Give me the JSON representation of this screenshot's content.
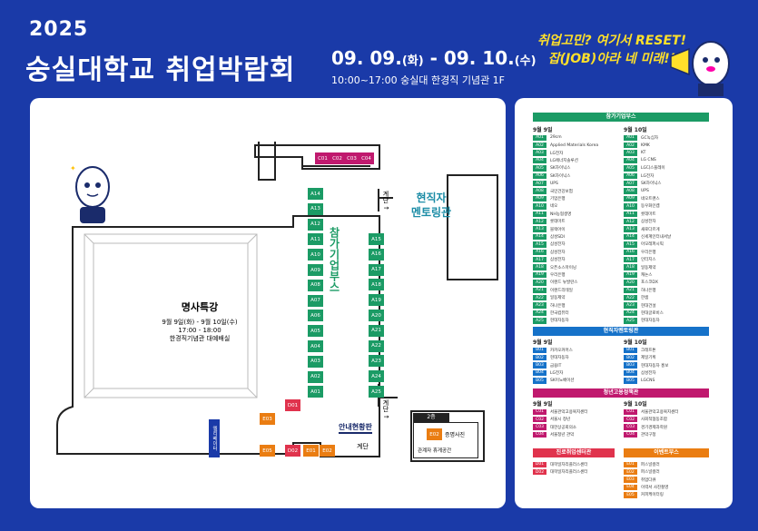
{
  "header": {
    "year": "2025",
    "title": "숭실대학교 취업박람회",
    "date_start": "09. 09.",
    "dow_start": "(화)",
    "date_sep": " - ",
    "date_end": "09. 10.",
    "dow_end": "(수)",
    "time_place": "10:00~17:00 숭실대 한경직 기념관 1F",
    "slogan_line1": "취업고민? 여기서 RESET!",
    "slogan_line2": "잡(JOB)아라 네 미래!!"
  },
  "colors": {
    "bg": "#1a3aa8",
    "green": "#1b9b65",
    "magenta": "#c0196e",
    "orange": "#ea7d12",
    "red": "#e0334d",
    "blue": "#1672c9",
    "teal": "#1b8ca6",
    "yellow": "#ffe02a"
  },
  "map": {
    "lecture_hall": {
      "title": "명사특강",
      "dates": "9월 9일(화) - 9월 10일(수)",
      "time": "17:00 - 18:00",
      "place": "한경직기념관 대예배실"
    },
    "mentoring_hall": "현직자\n멘토링관",
    "participant_label": "참가기업부스",
    "stairs_top": "계단 ↑",
    "stairs_bottom": "계단 ↑",
    "stairs_small": "계단",
    "elevator": "엘리베이터",
    "info_desk": "안내현황판",
    "floor2": "2층",
    "photo": "증명사진",
    "photo_code": "E02",
    "consult": "관계자 휴게공간",
    "left_col": [
      "A14",
      "A13",
      "A12",
      "A11",
      "A10",
      "A09",
      "A08",
      "A07",
      "A06",
      "A05",
      "A04",
      "A03",
      "A02",
      "A01"
    ],
    "right_col": [
      "A15",
      "A16",
      "A17",
      "A18",
      "A19",
      "A20",
      "A21",
      "A22",
      "A23",
      "A24",
      "A25"
    ],
    "c_booths": [
      "C01",
      "C02",
      "C03",
      "C04"
    ],
    "misc": {
      "d01": "D01",
      "e03": "E03",
      "e05": "E05",
      "d02": "D02",
      "e01": "E01",
      "e02": "E02"
    }
  },
  "panel": {
    "sec1": "참가기업부스",
    "sec2": "현직자멘토링관",
    "sec3": "청년고용정책관",
    "sec4": "진로취업센터관",
    "sec5": "이벤트부스",
    "day1": "9월 9일",
    "day2": "9월 10일",
    "a_day1": [
      [
        "A01",
        "29cm"
      ],
      [
        "A02",
        "Applied Materials Korea"
      ],
      [
        "A03",
        "LG전자"
      ],
      [
        "A04",
        "LG에너지솔루션"
      ],
      [
        "A05",
        "SK하이닉스"
      ],
      [
        "A06",
        "SK하이닉스"
      ],
      [
        "A07",
        "UPS"
      ],
      [
        "A08",
        "국민건강보험"
      ],
      [
        "A09",
        "기업은행"
      ],
      [
        "A10",
        "네오"
      ],
      [
        "A11",
        "NH농협생명"
      ],
      [
        "A12",
        "롯데마트"
      ],
      [
        "A13",
        "블랙아이"
      ],
      [
        "A14",
        "삼성SDI"
      ],
      [
        "A15",
        "삼성전자"
      ],
      [
        "A16",
        "삼성전자"
      ],
      [
        "A17",
        "삼성전자"
      ],
      [
        "A18",
        "오픈소스마이닝"
      ],
      [
        "A19",
        "우리은행"
      ],
      [
        "A20",
        "이랜드 뉴발란스"
      ],
      [
        "A21",
        "이랜드리테일"
      ],
      [
        "A22",
        "일동제약"
      ],
      [
        "A23",
        "하나은행"
      ],
      [
        "A24",
        "한국컴퓨터"
      ],
      [
        "A25",
        "현대자동차"
      ]
    ],
    "a_day2": [
      [
        "A01",
        "GC녹십자"
      ],
      [
        "A02",
        "KMK"
      ],
      [
        "A03",
        "KT"
      ],
      [
        "A04",
        "LG CNS"
      ],
      [
        "A05",
        "LG디스플레이"
      ],
      [
        "A06",
        "LG전자"
      ],
      [
        "A07",
        "SK하이닉스"
      ],
      [
        "A08",
        "UPS"
      ],
      [
        "A09",
        "네오트랜스"
      ],
      [
        "A10",
        "동우화인켐"
      ],
      [
        "A11",
        "롯데마트"
      ],
      [
        "A12",
        "삼성전자"
      ],
      [
        "A13",
        "새로다르게"
      ],
      [
        "A14",
        "신세계인터내셔날"
      ],
      [
        "A15",
        "아모레퍼시픽"
      ],
      [
        "A16",
        "우리은행"
      ],
      [
        "A17",
        "인터지스"
      ],
      [
        "A18",
        "일동제약"
      ],
      [
        "A19",
        "캐논스"
      ],
      [
        "A20",
        "포스코DX"
      ],
      [
        "A21",
        "하나은행"
      ],
      [
        "A22",
        "한샘"
      ],
      [
        "A23",
        "현대건설"
      ],
      [
        "A24",
        "현대글로비스"
      ],
      [
        "A25",
        "현대자동차"
      ]
    ],
    "b_day1": [
      [
        "B01",
        "카카오커머스"
      ],
      [
        "B02",
        "현대자동차"
      ],
      [
        "B03",
        "금융IT"
      ],
      [
        "B04",
        "LG전자"
      ],
      [
        "B05",
        "SK이노베이션"
      ]
    ],
    "b_day2": [
      [
        "B01",
        "크래프톤"
      ],
      [
        "B02",
        "제일기획"
      ],
      [
        "B03",
        "현대자동차 홍보"
      ],
      [
        "B04",
        "삼성전자"
      ],
      [
        "B05",
        "LGCNS"
      ]
    ],
    "c_day1": [
      [
        "C01",
        "서울관악고용복지센터"
      ],
      [
        "C02",
        "서울시 청년"
      ],
      [
        "C03",
        "대한상공회의소"
      ],
      [
        "C04",
        "서울청년 관악"
      ]
    ],
    "c_day2": [
      [
        "C01",
        "서울관악고용복지센터"
      ],
      [
        "C02",
        "사회적협동조합"
      ],
      [
        "C03",
        "경기경제과학원"
      ],
      [
        "C04",
        "관악구청"
      ]
    ],
    "d_list": [
      [
        "D01",
        "대학일자리플러스센터"
      ],
      [
        "D02",
        "대학일자리플러스센터"
      ]
    ],
    "e_list": [
      [
        "E01",
        "퍼스널컬러"
      ],
      [
        "E02",
        "퍼스널컬러"
      ],
      [
        "E03",
        "취업다큐"
      ],
      [
        "E04",
        "이력서 사진촬영"
      ],
      [
        "E05",
        "커피케이터링"
      ]
    ]
  }
}
